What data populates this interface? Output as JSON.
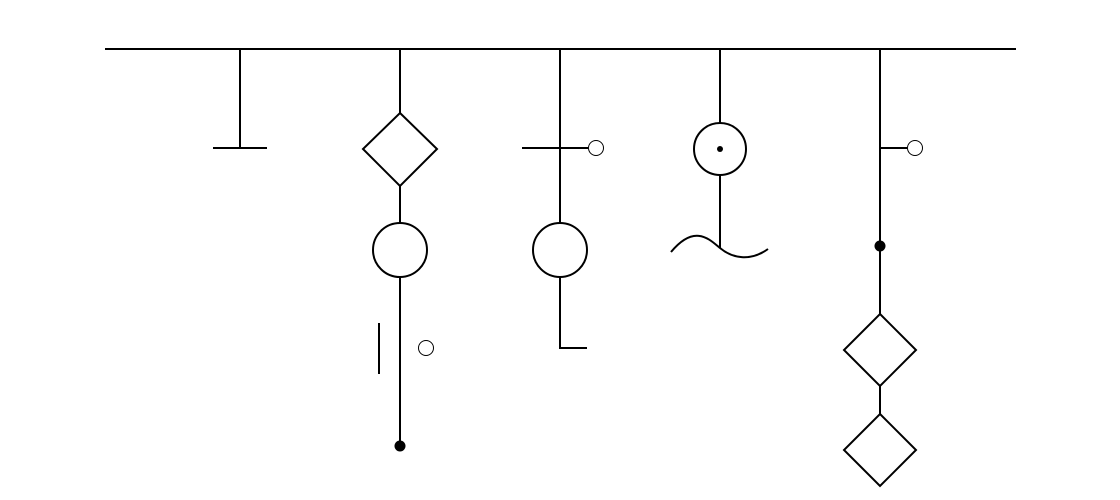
{
  "diagram": {
    "colors": {
      "background": "#ffffff",
      "stroke": "#000000"
    },
    "bus": {},
    "branches": [
      {
        "components": [
          "vertical-line",
          "horizontal-bar-end"
        ]
      },
      {
        "components": [
          "vertical-line",
          "diamond",
          "circle",
          "vertical-bar",
          "small-open-circle",
          "filled-dot-end"
        ]
      },
      {
        "components": [
          "vertical-line",
          "horizontal-bar",
          "small-open-circle",
          "circle",
          "elbow-end"
        ]
      },
      {
        "components": [
          "vertical-line",
          "circle-with-center-dot",
          "wave"
        ]
      },
      {
        "components": [
          "vertical-line",
          "stub",
          "small-open-circle",
          "filled-dot",
          "diamond",
          "diamond"
        ]
      }
    ]
  }
}
